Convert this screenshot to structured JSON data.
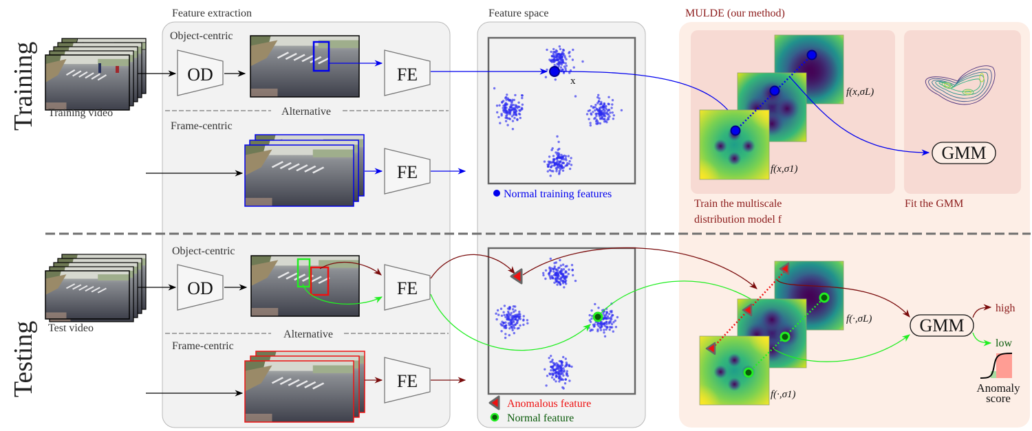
{
  "phases": {
    "training": "Training",
    "testing": "Testing"
  },
  "training": {
    "video_label": "Training video",
    "feature_extraction": {
      "title": "Feature extraction",
      "object_centric": "Object-centric",
      "alternative": "Alternative",
      "frame_centric": "Frame-centric",
      "od_label": "OD",
      "fe_label": "FE"
    },
    "feature_space": {
      "title": "Feature space",
      "point_label": "x",
      "legend_normal_training": "Normal training features"
    },
    "mulde": {
      "title": "MULDE (our method)",
      "label_sigma_L": "f(x,σL)",
      "label_sigma_1": "f(x,σ1)",
      "train_caption_line1": "Train the multiscale",
      "train_caption_line2": "distribution model f",
      "gmm_label": "GMM",
      "fit_caption": "Fit the GMM"
    }
  },
  "testing": {
    "video_label": "Test video",
    "feature_extraction": {
      "object_centric": "Object-centric",
      "alternative": "Alternative",
      "frame_centric": "Frame-centric",
      "od_label": "OD",
      "fe_label": "FE"
    },
    "feature_space": {
      "legend_anomalous": "Anomalous feature",
      "legend_normal": "Normal feature"
    },
    "mulde": {
      "label_sigma_L": "f(·,σL)",
      "label_sigma_1": "f(·,σ1)",
      "gmm_label": "GMM",
      "high_label": "high",
      "low_label": "low",
      "score_label_line1": "Anomaly",
      "score_label_line2": "score"
    }
  },
  "colors": {
    "training_blue": "#0000ee",
    "anomalous_red": "#ee1111",
    "anomalous_dark": "#7a0c0c",
    "normal_green": "#22ee22",
    "normal_dark_green": "#0a5a0a",
    "mulde_title": "#8b1a1a",
    "panel_grey": "#f2f2f2",
    "mulde_bg": "#fdeee6",
    "mulde_inner": "#f7dad3"
  }
}
